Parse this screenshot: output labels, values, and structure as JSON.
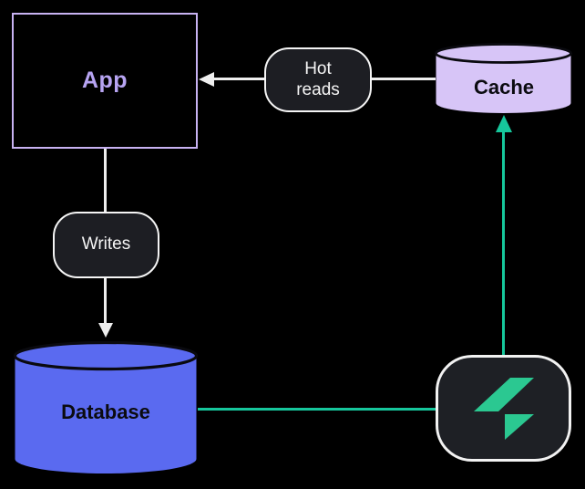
{
  "diagram": {
    "title": "cache-write-through-architecture",
    "background_color": "#000000",
    "nodes": {
      "app": {
        "label": "App",
        "shape": "rectangle",
        "border_color": "#C8B2F2",
        "text_color": "#B7A4F2"
      },
      "hot_reads": {
        "label": "Hot reads",
        "shape": "pill",
        "fill": "#1D1E23",
        "border_color": "#F5F5F5",
        "text_color": "#F4F4F4"
      },
      "writes": {
        "label": "Writes",
        "shape": "pill",
        "fill": "#1D1E23",
        "border_color": "#F5F5F5",
        "text_color": "#F4F4F4"
      },
      "cache": {
        "label": "Cache",
        "shape": "cylinder",
        "fill": "#D7C5F7",
        "outline_color": "#0A0A0F",
        "text_color": "#0B0B10"
      },
      "database": {
        "label": "Database",
        "shape": "cylinder",
        "fill": "#5A6AF0",
        "outline_color": "#0A0A0F",
        "text_color": "#0B0B10"
      },
      "sync_engine": {
        "label": "",
        "shape": "rounded-square",
        "fill": "#1E2025",
        "border_color": "#F2F2F2",
        "icon": "bolt-logo-icon",
        "icon_color": "#2BC891"
      }
    },
    "edges": [
      {
        "from": "hot_reads",
        "to": "app",
        "color": "#EFEFEF",
        "arrow": "left"
      },
      {
        "from": "cache",
        "to": "hot_reads",
        "color": "#EFEFEF",
        "arrow": "none"
      },
      {
        "from": "app",
        "to": "writes",
        "color": "#EFEFEF",
        "arrow": "none"
      },
      {
        "from": "writes",
        "to": "database",
        "color": "#EFEFEF",
        "arrow": "down"
      },
      {
        "from": "database",
        "to": "sync_engine",
        "color": "#16C79C",
        "arrow": "none"
      },
      {
        "from": "sync_engine",
        "to": "cache",
        "color": "#16C79C",
        "arrow": "up"
      }
    ]
  }
}
